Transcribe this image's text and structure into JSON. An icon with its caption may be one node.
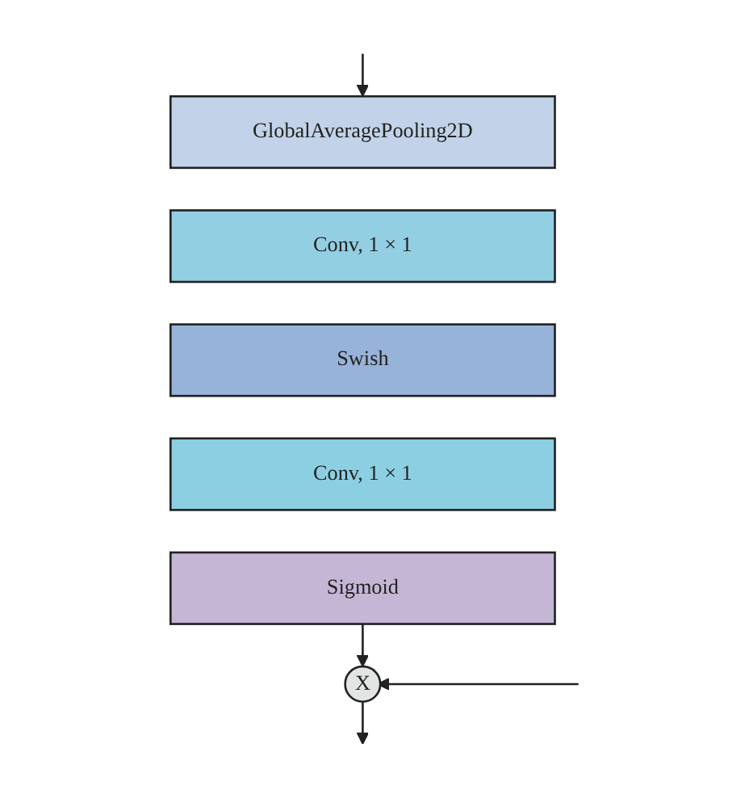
{
  "diagram": {
    "nodes": [
      {
        "text": [
          "GlobalAveragePooling2D"
        ]
      },
      {
        "text": [
          "Conv, 1 × 1"
        ]
      },
      {
        "text": [
          "Swish"
        ]
      },
      {
        "text": [
          "Conv, 1 × 1"
        ]
      },
      {
        "text": [
          "Sigmoid"
        ]
      },
      {
        "text": [
          "X"
        ]
      }
    ],
    "edges": [
      {
        "from": null,
        "to": 0,
        "arrow": "to"
      },
      {
        "from": 4,
        "to": 5,
        "arrow": "to"
      },
      {
        "from": null,
        "to": 5,
        "arrow": "to"
      },
      {
        "from": 5,
        "to": null,
        "arrow": "to"
      }
    ]
  }
}
